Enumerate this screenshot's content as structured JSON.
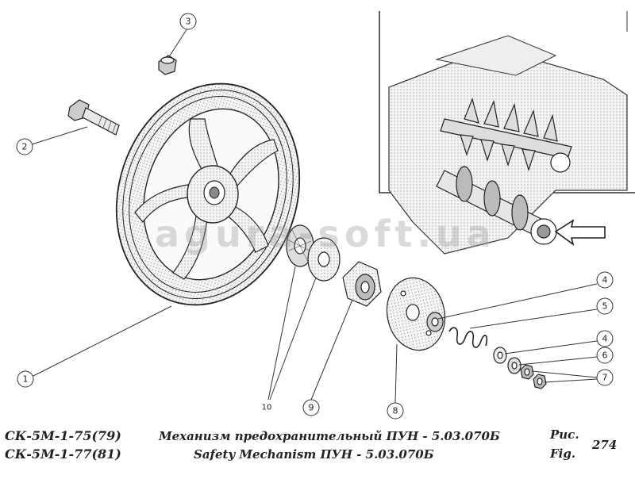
{
  "callouts": [
    {
      "num": "1"
    },
    {
      "num": "2"
    },
    {
      "num": "3"
    },
    {
      "num": "4"
    },
    {
      "num": "5"
    },
    {
      "num": "4"
    },
    {
      "num": "6"
    },
    {
      "num": "7"
    },
    {
      "num": "8"
    },
    {
      "num": "9"
    },
    {
      "num": "10"
    }
  ],
  "watermark": "agura-soft.ua",
  "footer": {
    "model_line1": "СК-5М-1-75(79)",
    "model_line2": "СК-5М-1-77(81)",
    "title_ru": "Механизм предохранительный ПУН - 5.03.070Б",
    "title_en": "Safety Mechanism ПУН - 5.03.070Б",
    "fig_ru": "Рис.",
    "fig_en": "Fig.",
    "fig_number": "274"
  }
}
